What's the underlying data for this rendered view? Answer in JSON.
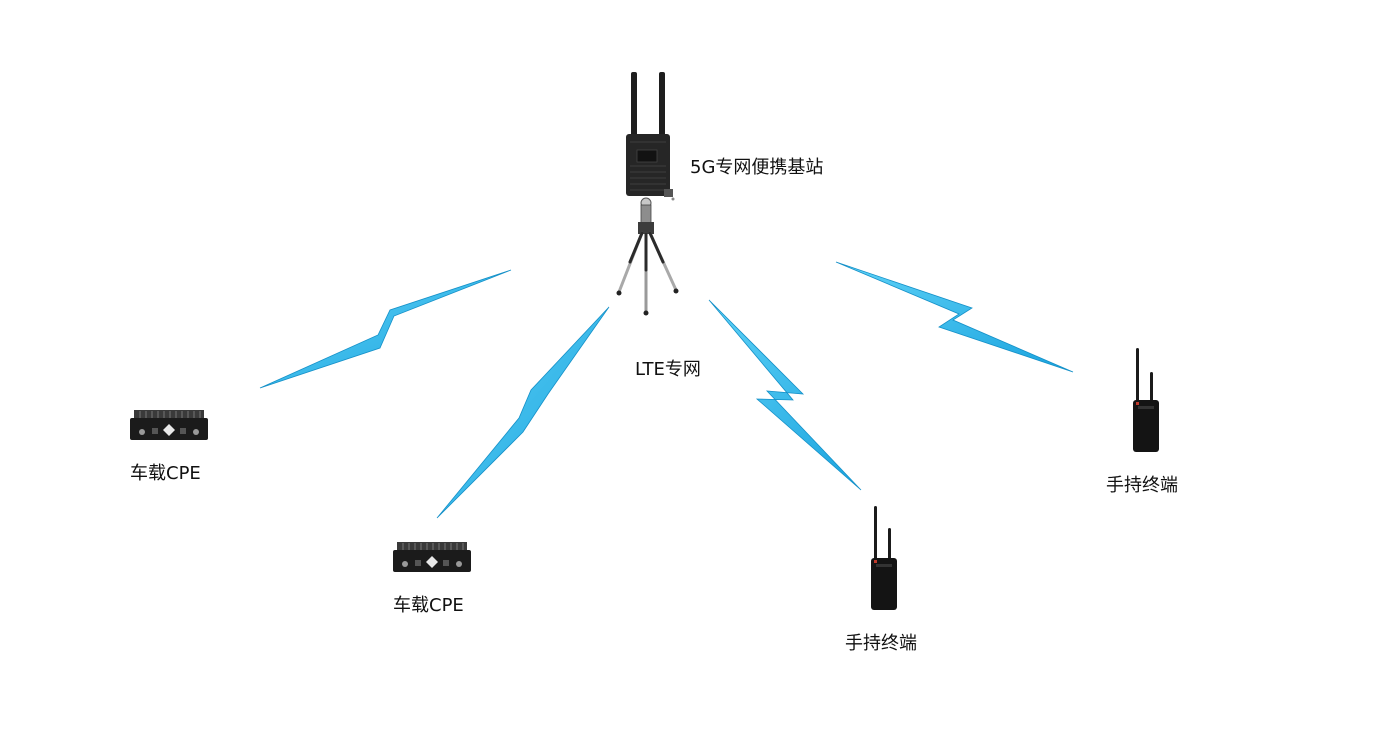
{
  "base_station": {
    "label": "5G专网便携基站",
    "icon": "portable-base-station-icon"
  },
  "network": {
    "label": "LTE专网"
  },
  "devices": [
    {
      "label": "车载CPE",
      "icon": "vehicle-cpe-icon"
    },
    {
      "label": "车载CPE",
      "icon": "vehicle-cpe-icon"
    },
    {
      "label": "手持终端",
      "icon": "handheld-terminal-icon"
    },
    {
      "label": "手持终端",
      "icon": "handheld-terminal-icon"
    }
  ],
  "links": {
    "icon": "wireless-link-icon",
    "color": "#2bb8ec"
  },
  "colors": {
    "device_body": "#1b1b1b",
    "background": "#ffffff"
  }
}
